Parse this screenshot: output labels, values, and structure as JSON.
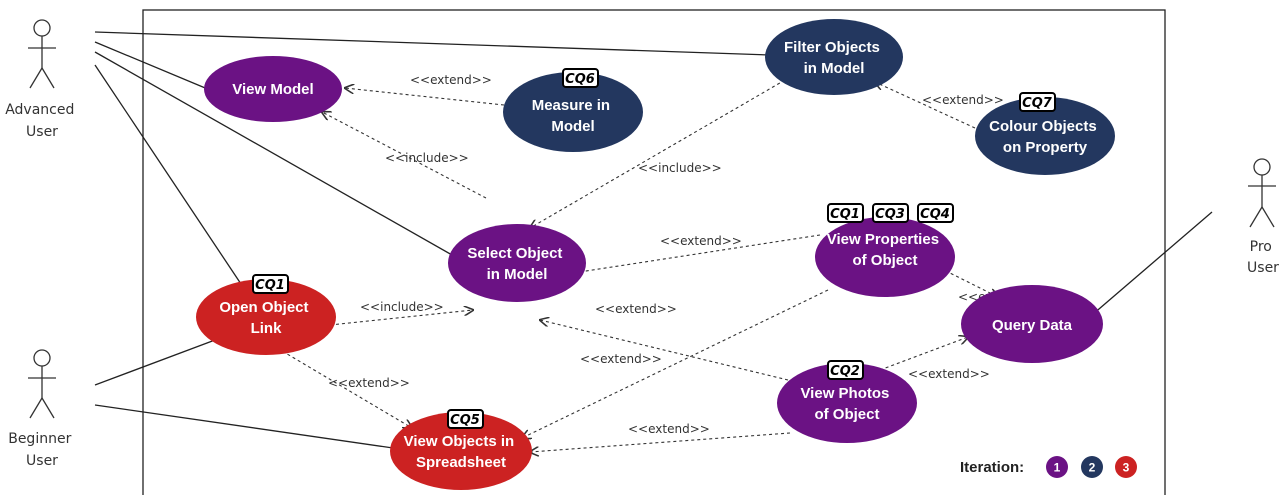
{
  "colors": {
    "purple": "#6b1284",
    "navy": "#23375f",
    "red": "#cc2222"
  },
  "actors": {
    "advanced": [
      "Advanced",
      "User"
    ],
    "beginner": [
      "Beginner",
      "User"
    ],
    "pro": [
      "Pro",
      "User"
    ]
  },
  "use_cases": {
    "view_model": [
      "View Model"
    ],
    "measure": [
      "Measure in",
      "Model"
    ],
    "filter": [
      "Filter Objects",
      "in Model"
    ],
    "colour": [
      "Colour Objects",
      "on Property"
    ],
    "select": [
      "Select Object",
      "in Model"
    ],
    "open_link": [
      "Open Object",
      "Link"
    ],
    "view_props": [
      "View Properties",
      "of Object"
    ],
    "query": [
      "Query Data"
    ],
    "view_photos": [
      "View Photos",
      "of Object"
    ],
    "spreadsheet": [
      "View Objects in",
      "Spreadsheet"
    ]
  },
  "tags": {
    "measure": "CQ6",
    "colour": "CQ7",
    "props_1": "CQ1",
    "props_3": "CQ3",
    "props_4": "CQ4",
    "open_link": "CQ1",
    "photos": "CQ2",
    "spreadsheet": "CQ5"
  },
  "relations": {
    "measure_view": "<<extend>>",
    "select_view": "<<include>>",
    "filter_select": "<<include>>",
    "colour_filter": "<<extend>>",
    "props_select": "<<extend>>",
    "props_query": "<<extend>>",
    "open_select": "<<include>>",
    "photos_select": "<<extend>>",
    "props_spreadsheet": "<<extend>>",
    "photos_query": "<<extend>>",
    "open_spreadsheet": "<<extend>>",
    "photos_spreadsheet": "<<extend>>"
  },
  "legend": {
    "label": "Iteration:",
    "items": [
      "1",
      "2",
      "3"
    ]
  }
}
